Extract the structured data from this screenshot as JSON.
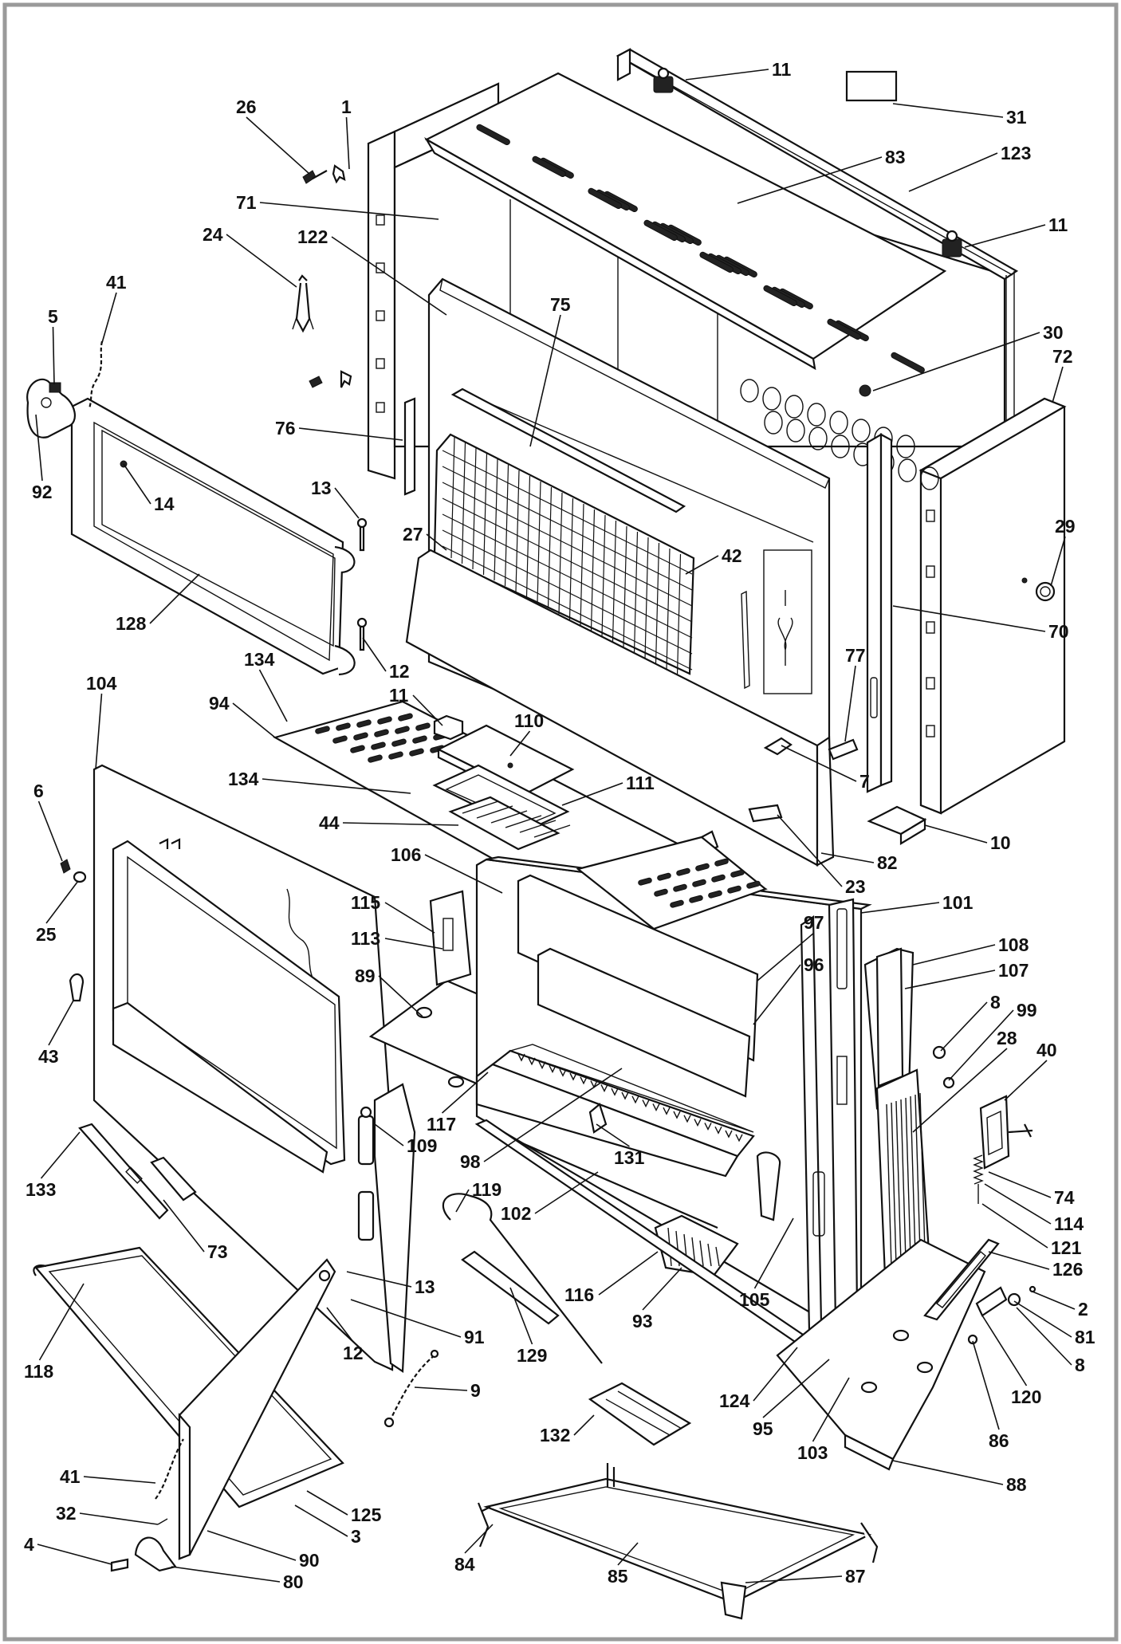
{
  "callouts": [
    {
      "id": "c1",
      "text": "1"
    },
    {
      "id": "c2",
      "text": "2"
    },
    {
      "id": "c3",
      "text": "3"
    },
    {
      "id": "c4",
      "text": "4"
    },
    {
      "id": "c5",
      "text": "5"
    },
    {
      "id": "c6",
      "text": "6"
    },
    {
      "id": "c7",
      "text": "7"
    },
    {
      "id": "c8a",
      "text": "8"
    },
    {
      "id": "c8b",
      "text": "8"
    },
    {
      "id": "c9",
      "text": "9"
    },
    {
      "id": "c10",
      "text": "10"
    },
    {
      "id": "c11a",
      "text": "11"
    },
    {
      "id": "c11b",
      "text": "11"
    },
    {
      "id": "c11c",
      "text": "11"
    },
    {
      "id": "c12a",
      "text": "12"
    },
    {
      "id": "c12b",
      "text": "12"
    },
    {
      "id": "c13a",
      "text": "13"
    },
    {
      "id": "c13b",
      "text": "13"
    },
    {
      "id": "c14",
      "text": "14"
    },
    {
      "id": "c23",
      "text": "23"
    },
    {
      "id": "c24",
      "text": "24"
    },
    {
      "id": "c25",
      "text": "25"
    },
    {
      "id": "c26",
      "text": "26"
    },
    {
      "id": "c27",
      "text": "27"
    },
    {
      "id": "c28",
      "text": "28"
    },
    {
      "id": "c29",
      "text": "29"
    },
    {
      "id": "c30",
      "text": "30"
    },
    {
      "id": "c31",
      "text": "31"
    },
    {
      "id": "c32",
      "text": "32"
    },
    {
      "id": "c40",
      "text": "40"
    },
    {
      "id": "c41a",
      "text": "41"
    },
    {
      "id": "c41b",
      "text": "41"
    },
    {
      "id": "c42",
      "text": "42"
    },
    {
      "id": "c43",
      "text": "43"
    },
    {
      "id": "c44",
      "text": "44"
    },
    {
      "id": "c70",
      "text": "70"
    },
    {
      "id": "c71",
      "text": "71"
    },
    {
      "id": "c72",
      "text": "72"
    },
    {
      "id": "c73",
      "text": "73"
    },
    {
      "id": "c74",
      "text": "74"
    },
    {
      "id": "c75",
      "text": "75"
    },
    {
      "id": "c76",
      "text": "76"
    },
    {
      "id": "c77",
      "text": "77"
    },
    {
      "id": "c80",
      "text": "80"
    },
    {
      "id": "c81",
      "text": "81"
    },
    {
      "id": "c82",
      "text": "82"
    },
    {
      "id": "c83",
      "text": "83"
    },
    {
      "id": "c84",
      "text": "84"
    },
    {
      "id": "c85",
      "text": "85"
    },
    {
      "id": "c86",
      "text": "86"
    },
    {
      "id": "c87",
      "text": "87"
    },
    {
      "id": "c88",
      "text": "88"
    },
    {
      "id": "c89",
      "text": "89"
    },
    {
      "id": "c90",
      "text": "90"
    },
    {
      "id": "c91",
      "text": "91"
    },
    {
      "id": "c92",
      "text": "92"
    },
    {
      "id": "c93",
      "text": "93"
    },
    {
      "id": "c94",
      "text": "94"
    },
    {
      "id": "c95",
      "text": "95"
    },
    {
      "id": "c96",
      "text": "96"
    },
    {
      "id": "c97",
      "text": "97"
    },
    {
      "id": "c98",
      "text": "98"
    },
    {
      "id": "c99",
      "text": "99"
    },
    {
      "id": "c101",
      "text": "101"
    },
    {
      "id": "c102",
      "text": "102"
    },
    {
      "id": "c103",
      "text": "103"
    },
    {
      "id": "c104",
      "text": "104"
    },
    {
      "id": "c105",
      "text": "105"
    },
    {
      "id": "c106",
      "text": "106"
    },
    {
      "id": "c107",
      "text": "107"
    },
    {
      "id": "c108",
      "text": "108"
    },
    {
      "id": "c109",
      "text": "109"
    },
    {
      "id": "c110",
      "text": "110"
    },
    {
      "id": "c111",
      "text": "111"
    },
    {
      "id": "c113",
      "text": "113"
    },
    {
      "id": "c114",
      "text": "114"
    },
    {
      "id": "c115",
      "text": "115"
    },
    {
      "id": "c116",
      "text": "116"
    },
    {
      "id": "c117",
      "text": "117"
    },
    {
      "id": "c118",
      "text": "118"
    },
    {
      "id": "c119",
      "text": "119"
    },
    {
      "id": "c120",
      "text": "120"
    },
    {
      "id": "c121",
      "text": "121"
    },
    {
      "id": "c122",
      "text": "122"
    },
    {
      "id": "c123",
      "text": "123"
    },
    {
      "id": "c124",
      "text": "124"
    },
    {
      "id": "c125",
      "text": "125"
    },
    {
      "id": "c126",
      "text": "126"
    },
    {
      "id": "c128",
      "text": "128"
    },
    {
      "id": "c129",
      "text": "129"
    },
    {
      "id": "c131",
      "text": "131"
    },
    {
      "id": "c132",
      "text": "132"
    },
    {
      "id": "c133",
      "text": "133"
    },
    {
      "id": "c134a",
      "text": "134"
    },
    {
      "id": "c134b",
      "text": "134"
    }
  ]
}
